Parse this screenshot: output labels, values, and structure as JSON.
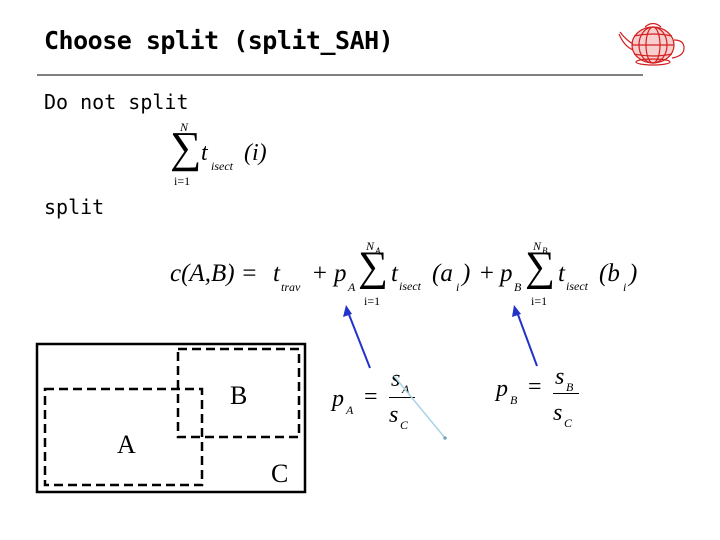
{
  "slide": {
    "title": "Choose split (split_SAH)",
    "no_split_label": "Do not split",
    "split_label": "split"
  },
  "formula_no_split": {
    "upper": "N",
    "lower": "i=1",
    "term": "t",
    "term_sub": "isect",
    "arg": "(i)"
  },
  "formula_split": {
    "lhs": "c(A,B) = ",
    "t": "t",
    "t_sub": "trav",
    "plus1": " + ",
    "pA": "p",
    "pA_sub": "A",
    "sum1_upper": "N",
    "sum1_upper_sub": "A",
    "sum1_lower": "i=1",
    "t2": "t",
    "t2_sub": "isect",
    "arg1": "(a",
    "arg1_sub": "i",
    "arg1_close": ")",
    "plus2": " + ",
    "pB": "p",
    "pB_sub": "B",
    "sum2_upper": "N",
    "sum2_upper_sub": "B",
    "sum2_lower": "i=1",
    "t3": "t",
    "t3_sub": "isect",
    "arg2": "(b",
    "arg2_sub": "i",
    "arg2_close": ")"
  },
  "prob_A": {
    "lhs": "p",
    "lhs_sub": "A",
    "eq": "=",
    "num": "s",
    "num_sub": "A",
    "den": "s",
    "den_sub": "C"
  },
  "prob_B": {
    "lhs": "p",
    "lhs_sub": "B",
    "eq": "=",
    "num": "s",
    "num_sub": "B",
    "den": "s",
    "den_sub": "C"
  },
  "diagram": {
    "label_a": "A",
    "label_b": "B",
    "label_c": "C",
    "arrow_color": "#2233cc",
    "pointer_color": "#a8d4e6"
  }
}
